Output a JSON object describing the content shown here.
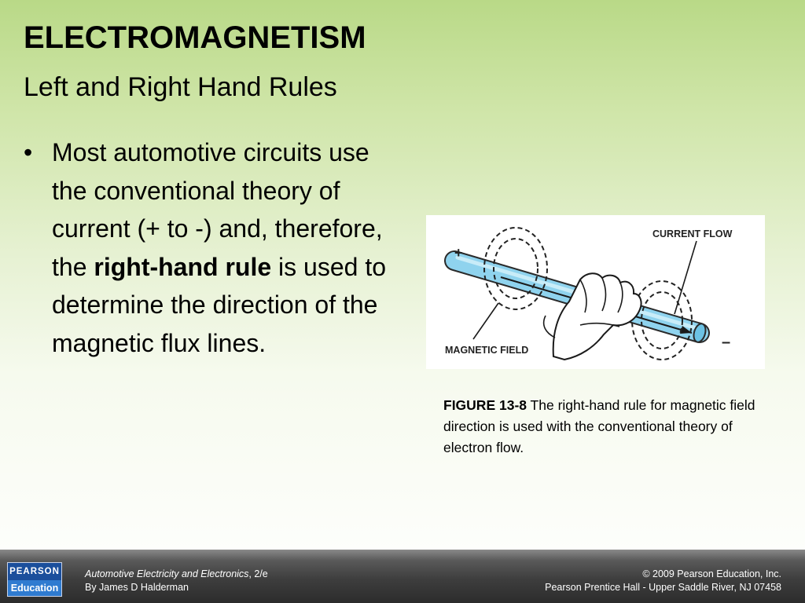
{
  "slide": {
    "title": "ELECTROMAGNETISM",
    "subtitle": "Left and Right Hand Rules",
    "bullet": {
      "marker": "•",
      "text_before": "Most automotive circuits use the conventional theory of current (+ to -) and, therefore, the ",
      "bold": "right-hand rule",
      "text_after": " is used to determine the direction of the magnetic flux lines."
    }
  },
  "figure": {
    "label_current_flow": "CURRENT FLOW",
    "label_magnetic_field": "MAGNETIC FIELD",
    "label_plus": "+",
    "label_minus": "–",
    "caption_label": "FIGURE 13-8",
    "caption_text": " The right-hand rule for magnetic field direction is used with the conventional theory of electron flow."
  },
  "footer": {
    "logo_top": "PEARSON",
    "logo_bottom": "Education",
    "book_title": "Automotive Electricity and Electronics",
    "edition": ", 2/e",
    "author": "By James D Halderman",
    "copyright": "© 2009 Pearson Education, Inc.",
    "publisher": "Pearson Prentice Hall - Upper Saddle River, NJ 07458"
  },
  "colors": {
    "tube_blue": "#8fd3ee",
    "footer_dark": "#2c2c2c",
    "logo_blue": "#1b4f9c"
  }
}
